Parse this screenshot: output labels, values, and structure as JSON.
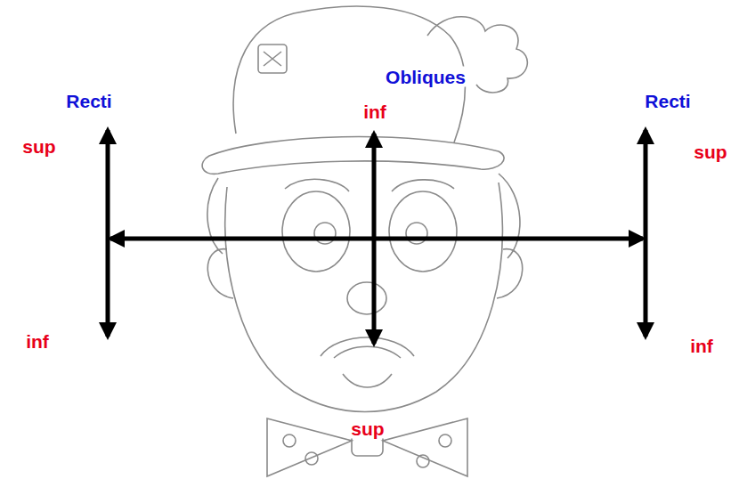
{
  "diagram": {
    "labels": [
      "Obliques",
      "Recti",
      "Recti",
      "inf",
      "sup",
      "sup",
      "inf",
      "inf",
      "sup"
    ]
  }
}
